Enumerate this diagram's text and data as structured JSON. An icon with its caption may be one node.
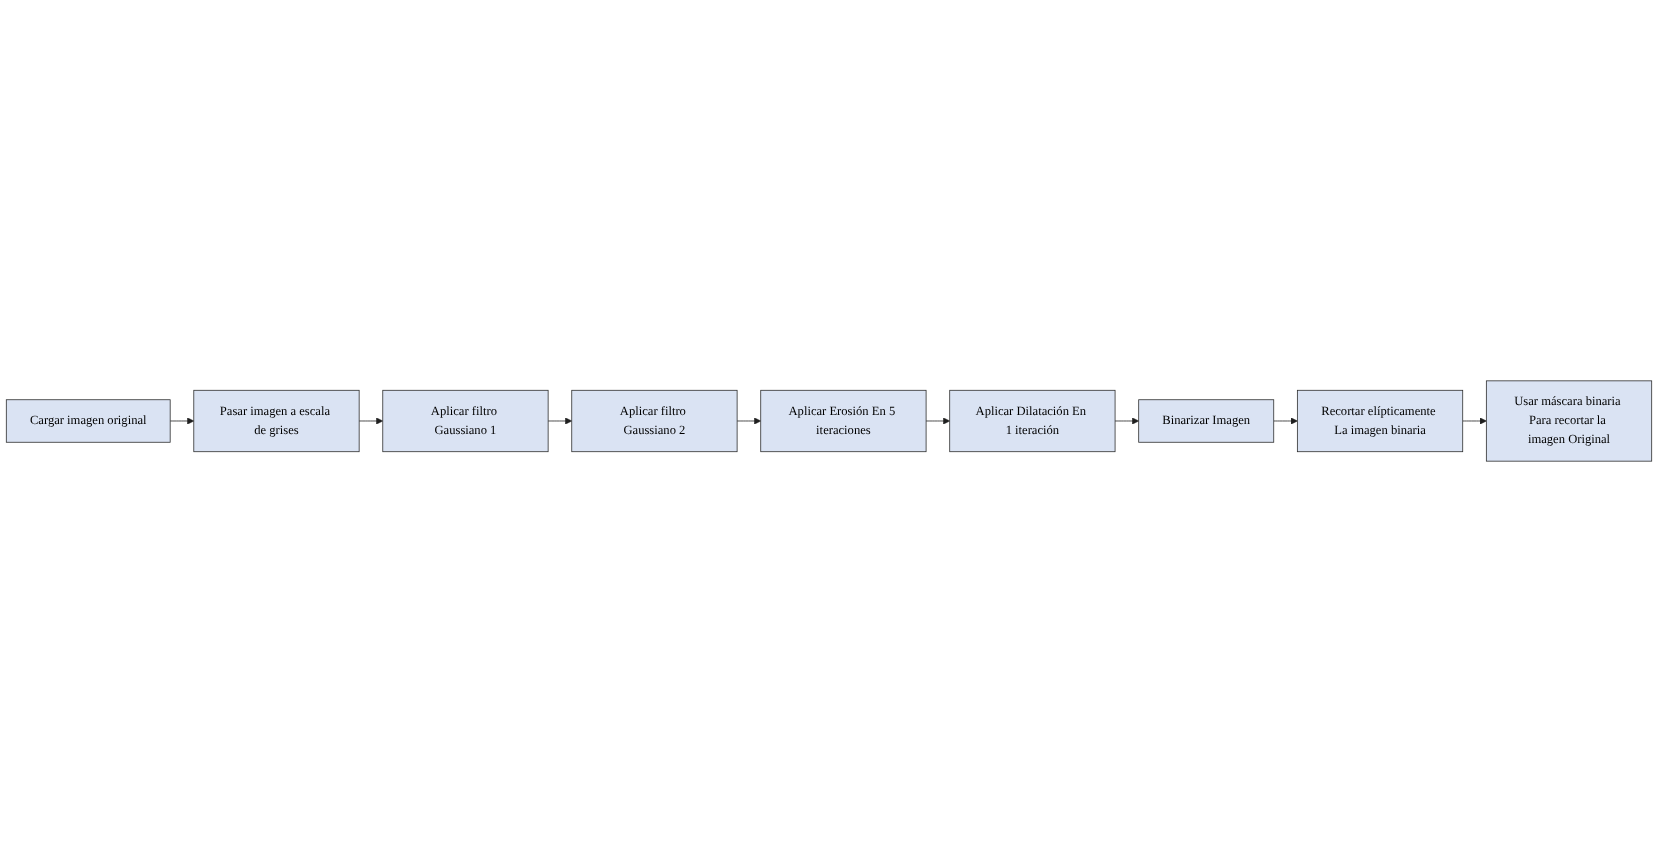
{
  "diagram": {
    "nodes": [
      {
        "text": [
          "Cargar imagen original"
        ]
      },
      {
        "text": [
          "Pasar imagen a escala de grises"
        ]
      },
      {
        "text": [
          "Aplicar filtro Gaussiano 1"
        ]
      },
      {
        "text": [
          "Aplicar Dilatación En 1 iteración"
        ]
      },
      {
        "text": [
          "Aplicar Erosión En 5 iteraciones"
        ]
      },
      {
        "text": [
          "Aplicar filtro Gaussiano 2"
        ]
      },
      {
        "text": [
          "Binarizar Imagen"
        ]
      },
      {
        "text": [
          "Recortar elípticamente La imagen binaria"
        ]
      },
      {
        "text": [
          "Usar máscara binaria Para recortar la imagen Original"
        ]
      }
    ],
    "edges": [
      {
        "from": 0,
        "to": 1,
        "arrow": "to"
      },
      {
        "from": 1,
        "to": 2,
        "arrow": "to"
      },
      {
        "from": 2,
        "to": 5,
        "arrow": "to"
      },
      {
        "from": 5,
        "to": 4,
        "arrow": "to"
      },
      {
        "from": 4,
        "to": 3,
        "arrow": "to"
      },
      {
        "from": 3,
        "to": 6,
        "arrow": "to"
      },
      {
        "from": 6,
        "to": 7,
        "arrow": "to"
      },
      {
        "from": 7,
        "to": 8,
        "arrow": "to"
      }
    ]
  }
}
